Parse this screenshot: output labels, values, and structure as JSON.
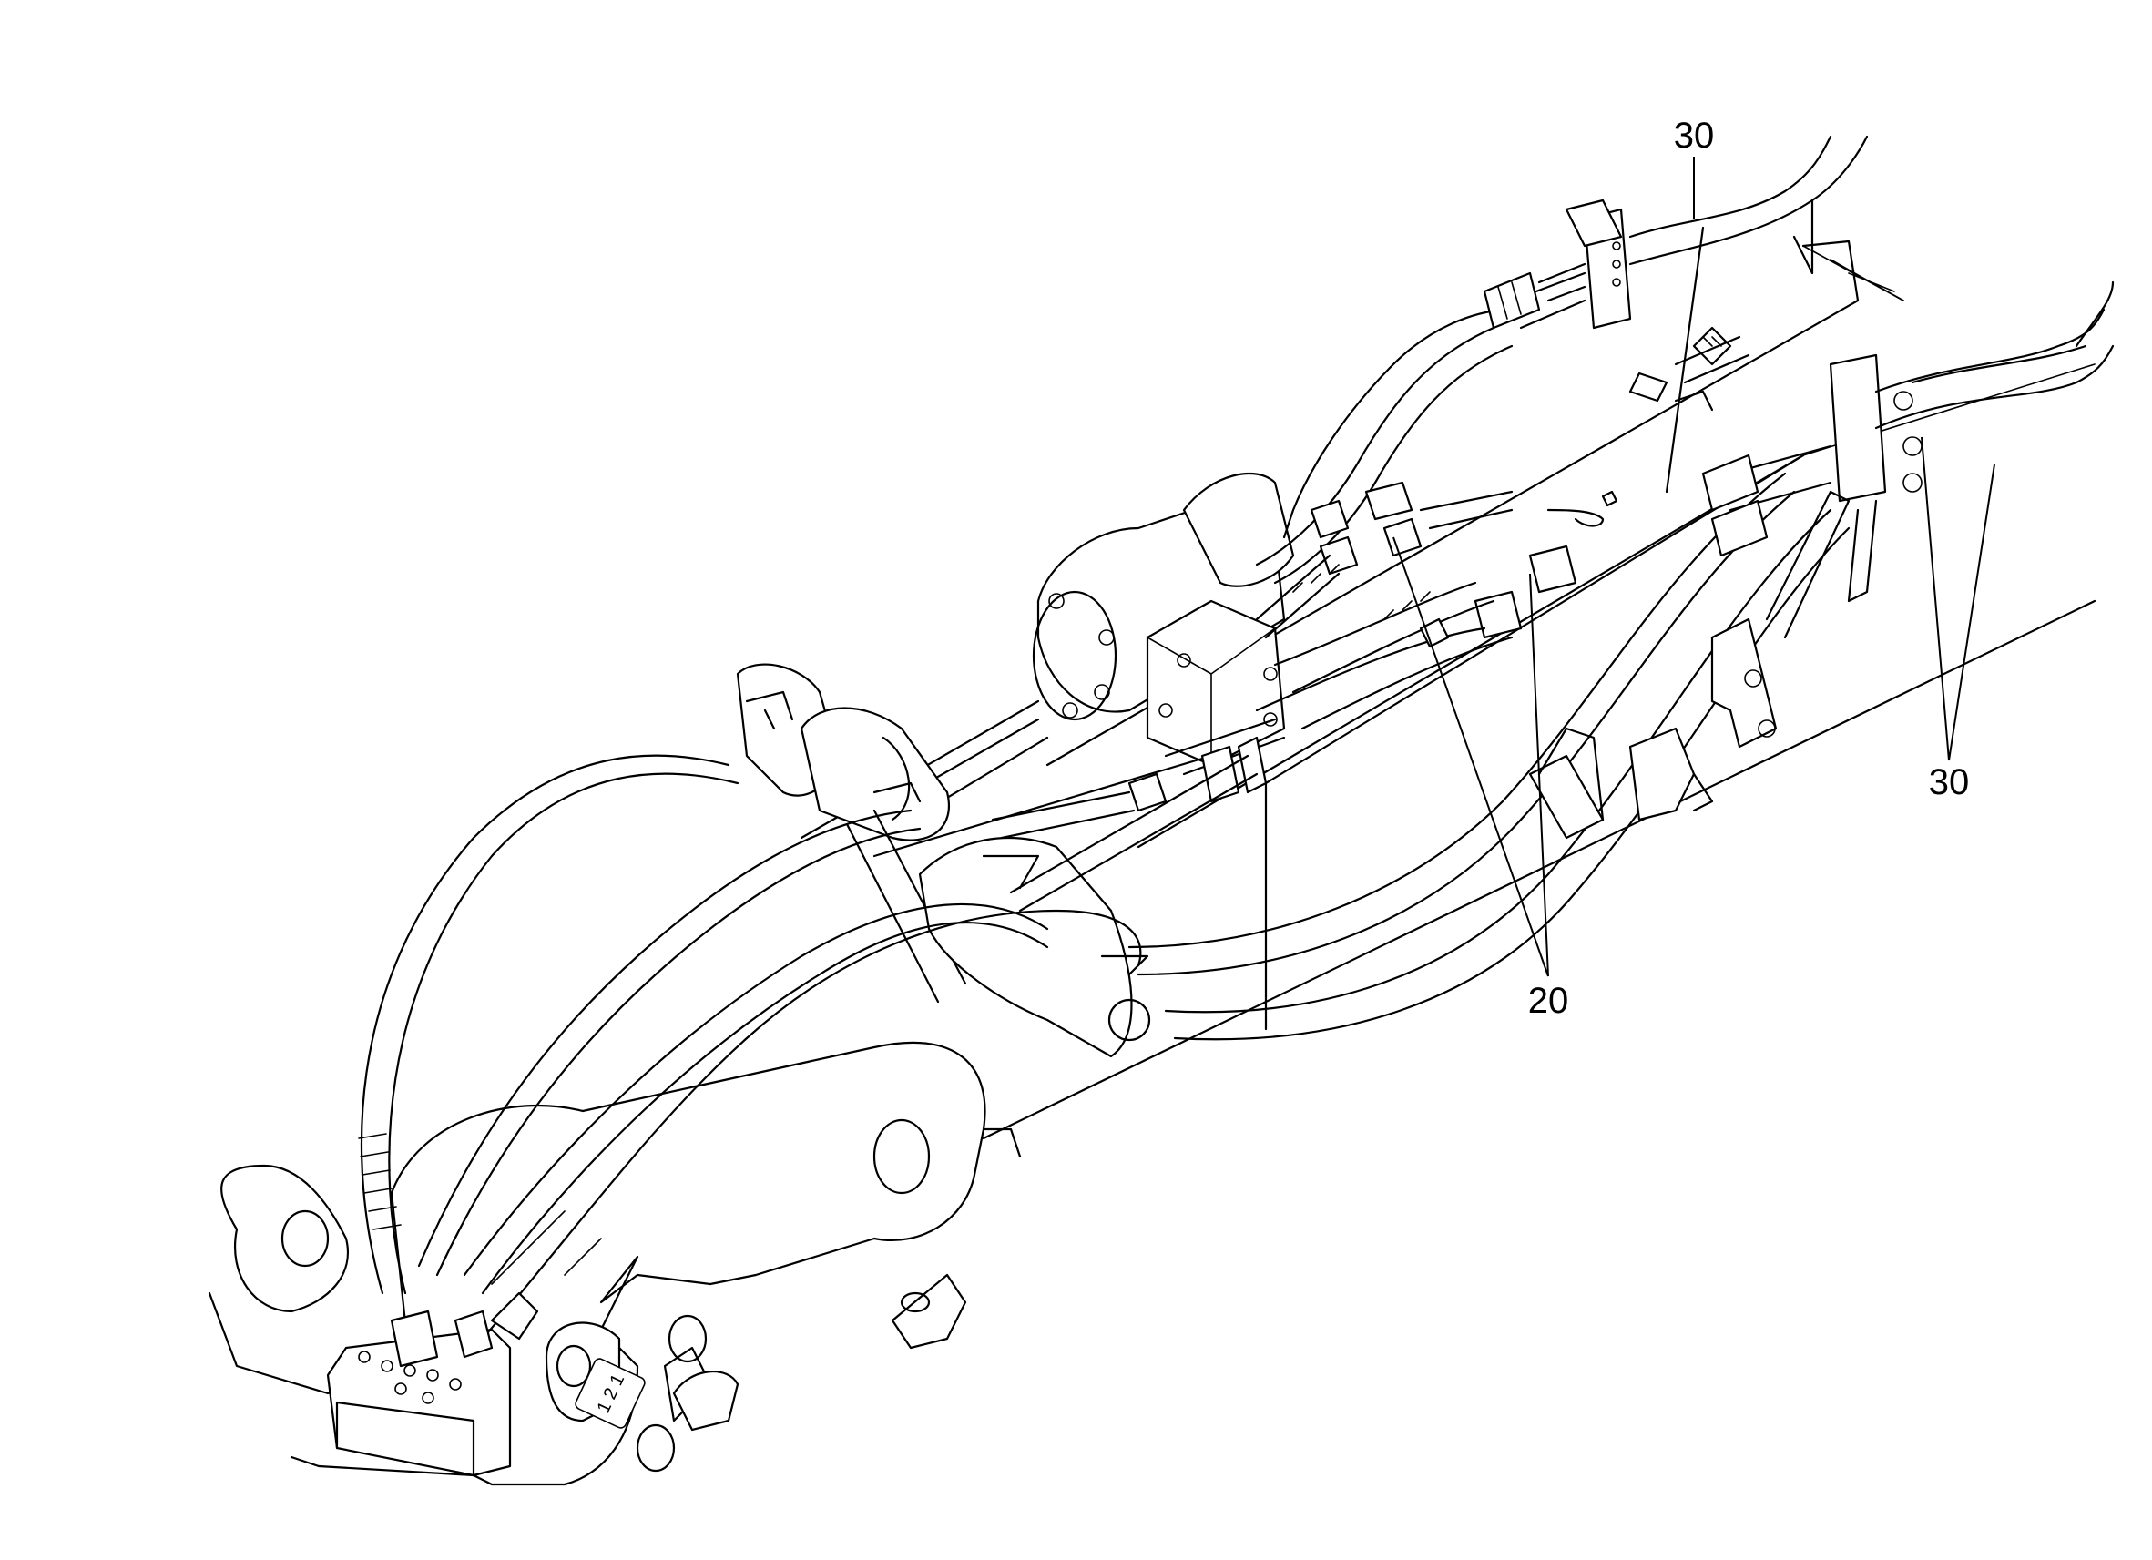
{
  "figure": {
    "callouts": [
      {
        "id": "callout-30-top",
        "label": "30"
      },
      {
        "id": "callout-30-right",
        "label": "30"
      },
      {
        "id": "callout-20",
        "label": "20"
      }
    ],
    "plate_label": "1 2 1"
  }
}
